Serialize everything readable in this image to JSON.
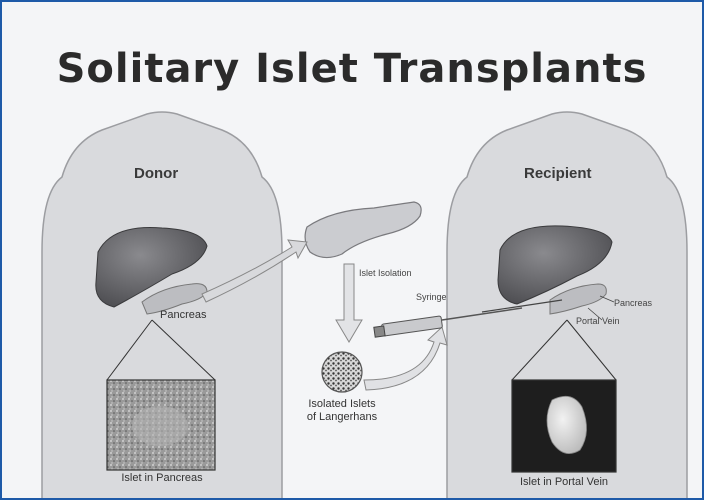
{
  "title": "Solitary Islet Transplants",
  "labels": {
    "donor": "Donor",
    "recipient": "Recipient",
    "islet_isolation": "Islet Isolation",
    "syringe": "Syringe",
    "pancreas_donor": "Pancreas",
    "pancreas_recipient": "Pancreas",
    "portal_vein": "Portal Vein",
    "isolated_islets_line1": "Isolated Islets",
    "isolated_islets_line2": "of Langerhans",
    "islet_in_pancreas": "Islet in Pancreas",
    "islet_in_portal_vein": "Islet in Portal Vein"
  },
  "colors": {
    "frame_border": "#1e5aa8",
    "background": "#f4f5f7",
    "body_fill": "#d9dadd",
    "liver_fill": "#6e6e72",
    "pancreas_fill": "#bcbdc1"
  }
}
